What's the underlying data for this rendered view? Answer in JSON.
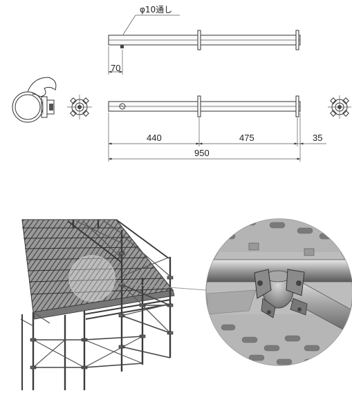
{
  "drawing": {
    "hole_note": "φ10通し",
    "dims": {
      "offset": "70",
      "seg1": "440",
      "seg2": "475",
      "end": "35",
      "total": "950"
    }
  }
}
